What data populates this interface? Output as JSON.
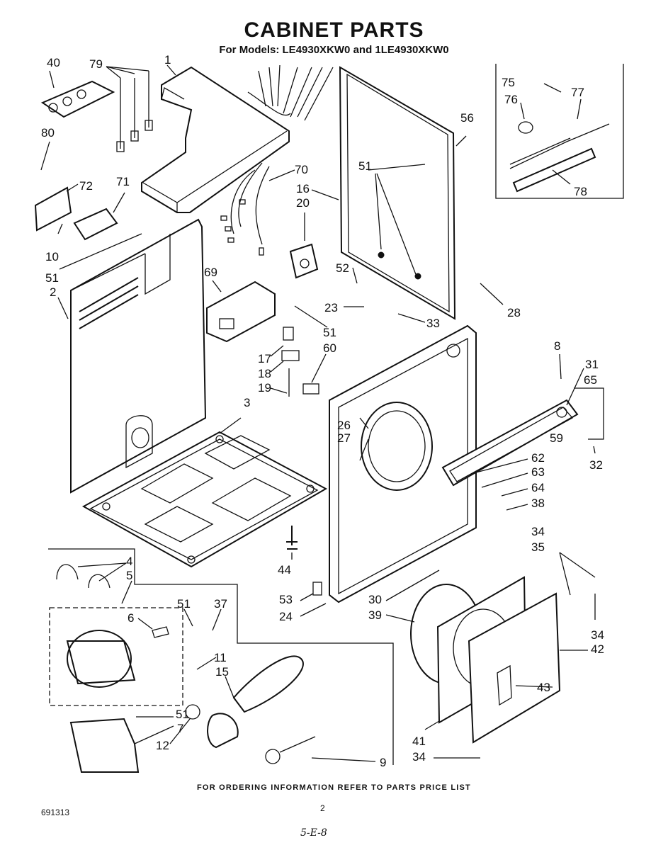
{
  "header": {
    "title": "CABINET PARTS",
    "subtitle": "For Models: LE4930XKW0 and 1LE4930XKW0"
  },
  "footer": {
    "ordering_note": "FOR ORDERING INFORMATION REFER TO PARTS PRICE LIST",
    "doc_number": "691313",
    "page_number": "2",
    "handwritten_note": "5-E-8"
  },
  "part_labels": {
    "p1": "1",
    "p2": "2",
    "p3": "3",
    "p4": "4",
    "p5": "5",
    "p6": "6",
    "p7": "7",
    "p8": "8",
    "p9": "9",
    "p10": "10",
    "p11": "11",
    "p12": "12",
    "p15": "15",
    "p16": "16",
    "p17": "17",
    "p18": "18",
    "p19": "19",
    "p20": "20",
    "p23": "23",
    "p24": "24",
    "p26": "26",
    "p27": "27",
    "p28": "28",
    "p30": "30",
    "p31": "31",
    "p32": "32",
    "p33": "33",
    "p34a": "34",
    "p34b": "34",
    "p34c": "34",
    "p35": "35",
    "p37": "37",
    "p38": "38",
    "p39": "39",
    "p40": "40",
    "p41": "41",
    "p42": "42",
    "p43": "43",
    "p44": "44",
    "p51a": "51",
    "p51b": "51",
    "p51c": "51",
    "p51d": "51",
    "p51e": "51",
    "p52": "52",
    "p53": "53",
    "p56": "56",
    "p59": "59",
    "p60": "60",
    "p62": "62",
    "p63": "63",
    "p64": "64",
    "p65": "65",
    "p69": "69",
    "p70": "70",
    "p71": "71",
    "p72": "72",
    "p75": "75",
    "p76": "76",
    "p77": "77",
    "p78": "78",
    "p79": "79",
    "p80": "80"
  }
}
